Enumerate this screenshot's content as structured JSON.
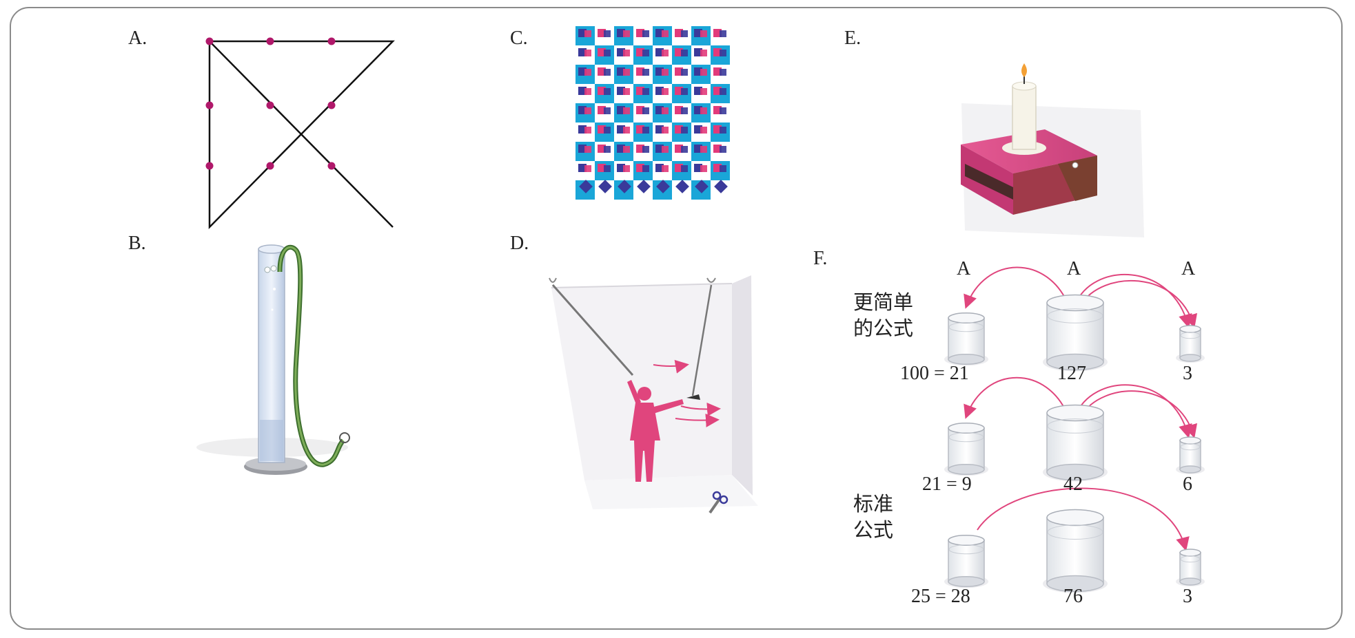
{
  "panels": {
    "a": {
      "label": "A."
    },
    "b": {
      "label": "B."
    },
    "c": {
      "label": "C."
    },
    "d": {
      "label": "D."
    },
    "e": {
      "label": "E."
    },
    "f": {
      "label": "F.",
      "jar_headers": [
        "A",
        "A",
        "A"
      ],
      "simpler_formula_line1": "更简单",
      "simpler_formula_line2": "的公式",
      "standard_formula_line1": "标准",
      "standard_formula_line2": "公式",
      "rows": [
        {
          "target": "100 = 21",
          "middle": "127",
          "right": "3"
        },
        {
          "target": "21 = 9",
          "middle": "42",
          "right": "6"
        },
        {
          "target": "25 = 28",
          "middle": "76",
          "right": "3"
        }
      ]
    }
  },
  "colors": {
    "frame": "#8a8a8a",
    "dot": "#b0186a",
    "magenta": "#e23a7a",
    "cyan": "#1aa6d8",
    "navy": "#3a3a9a",
    "pink_figure": "#e0457d",
    "arrow": "#e0457d"
  }
}
